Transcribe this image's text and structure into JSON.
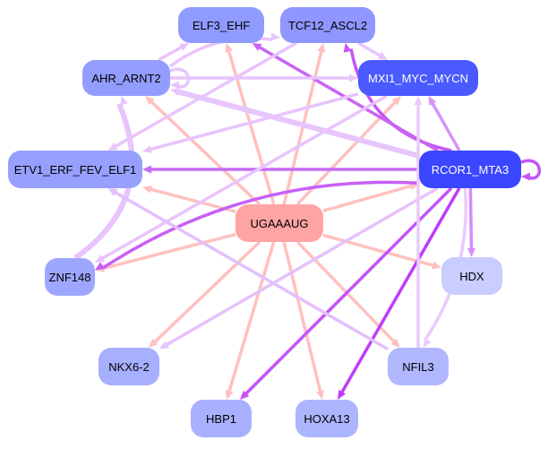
{
  "graph": {
    "title": "Motif regulatory network",
    "center_node": "UGAAAUG",
    "nodes": [
      {
        "id": "UGAAAUG",
        "label": "UGAAAUG",
        "fill": "#FFA4A4",
        "text": "#000000"
      },
      {
        "id": "ELF3_EHF",
        "label": "ELF3_EHF",
        "fill": "#8F9BFF",
        "text": "#000000"
      },
      {
        "id": "TCF12_ASCL2",
        "label": "TCF12_ASCL2",
        "fill": "#8F96FF",
        "text": "#000000"
      },
      {
        "id": "AHR_ARNT2",
        "label": "AHR_ARNT2",
        "fill": "#939DFF",
        "text": "#000000"
      },
      {
        "id": "MXI1_MYC_MYCN",
        "label": "MXI1_MYC_MYCN",
        "fill": "#4A5AFF",
        "text": "#FFFFFF"
      },
      {
        "id": "ETV1_ERF_FEV_ELF1",
        "label": "ETV1_ERF_FEV_ELF1",
        "fill": "#97A0FF",
        "text": "#000000"
      },
      {
        "id": "RCOR1_MTA3",
        "label": "RCOR1_MTA3",
        "fill": "#3A46FF",
        "text": "#FFFFFF"
      },
      {
        "id": "ZNF148",
        "label": "ZNF148",
        "fill": "#9EA7FF",
        "text": "#000000"
      },
      {
        "id": "HDX",
        "label": "HDX",
        "fill": "#C9CDFF",
        "text": "#000000"
      },
      {
        "id": "NKX6-2",
        "label": "NKX6-2",
        "fill": "#A7AFFF",
        "text": "#000000"
      },
      {
        "id": "NFIL3",
        "label": "NFIL3",
        "fill": "#B0B7FF",
        "text": "#000000"
      },
      {
        "id": "HBP1",
        "label": "HBP1",
        "fill": "#A9B0FF",
        "text": "#000000"
      },
      {
        "id": "HOXA13",
        "label": "HOXA13",
        "fill": "#AEB5FF",
        "text": "#000000"
      }
    ],
    "edges": [
      {
        "from": "UGAAAUG",
        "to": "ELF3_EHF",
        "color": "#FFC0C0"
      },
      {
        "from": "UGAAAUG",
        "to": "TCF12_ASCL2",
        "color": "#FFC0C0"
      },
      {
        "from": "UGAAAUG",
        "to": "AHR_ARNT2",
        "color": "#FFC0C0"
      },
      {
        "from": "UGAAAUG",
        "to": "MXI1_MYC_MYCN",
        "color": "#FFC0C0"
      },
      {
        "from": "UGAAAUG",
        "to": "ETV1_ERF_FEV_ELF1",
        "color": "#FFC0C0"
      },
      {
        "from": "UGAAAUG",
        "to": "RCOR1_MTA3",
        "color": "#FFC0C0"
      },
      {
        "from": "UGAAAUG",
        "to": "ZNF148",
        "color": "#FFC0C0"
      },
      {
        "from": "UGAAAUG",
        "to": "HDX",
        "color": "#FFC0C0"
      },
      {
        "from": "UGAAAUG",
        "to": "NKX6-2",
        "color": "#FFC0C0"
      },
      {
        "from": "UGAAAUG",
        "to": "NFIL3",
        "color": "#FFC0C0"
      },
      {
        "from": "UGAAAUG",
        "to": "HBP1",
        "color": "#FFC0C0"
      },
      {
        "from": "UGAAAUG",
        "to": "HOXA13",
        "color": "#FFC0C0"
      },
      {
        "from": "RCOR1_MTA3",
        "to": "ETV1_ERF_FEV_ELF1",
        "color": "#C86AF7"
      },
      {
        "from": "RCOR1_MTA3",
        "to": "ZNF148",
        "color": "#C660F7",
        "curve": 20
      },
      {
        "from": "RCOR1_MTA3",
        "to": "TCF12_ASCL2",
        "color": "#C356F8",
        "curve": -18
      },
      {
        "from": "RCOR1_MTA3",
        "to": "ELF3_EHF",
        "color": "#C864F7"
      },
      {
        "from": "RCOR1_MTA3",
        "to": "HBP1",
        "color": "#C453F8"
      },
      {
        "from": "RCOR1_MTA3",
        "to": "HOXA13",
        "color": "#BE3CFA"
      },
      {
        "from": "RCOR1_MTA3",
        "to": "HDX",
        "color": "#D78CF9"
      },
      {
        "from": "RCOR1_MTA3",
        "to": "MXI1_MYC_MYCN",
        "color": "#D495F9"
      },
      {
        "from": "RCOR1_MTA3",
        "to": "NFIL3",
        "color": "#EACBFC",
        "curve": -10
      },
      {
        "from": "RCOR1_MTA3",
        "to": "AHR_ARNT2",
        "color": "#E6C6FC",
        "wide": true
      },
      {
        "from": "RCOR1_MTA3",
        "to": "NKX6-2",
        "color": "#E5C2FC"
      },
      {
        "from": "RCOR1_MTA3",
        "to": "RCOR1_MTA3",
        "color": "#C356F8",
        "self": true
      },
      {
        "from": "AHR_ARNT2",
        "to": "MXI1_MYC_MYCN",
        "color": "#E8C4FD"
      },
      {
        "from": "AHR_ARNT2",
        "to": "TCF12_ASCL2",
        "color": "#E8C4FD",
        "curve": -8
      },
      {
        "from": "AHR_ARNT2",
        "to": "ELF3_EHF",
        "color": "#E8C4FD"
      },
      {
        "from": "AHR_ARNT2",
        "to": "AHR_ARNT2",
        "color": "#E8C4FD",
        "self": true
      },
      {
        "from": "ZNF148",
        "to": "AHR_ARNT2",
        "color": "#E8C4FD",
        "curve": 24,
        "wide": true
      },
      {
        "from": "MXI1_MYC_MYCN",
        "to": "ZNF148",
        "color": "#E8C4FD"
      },
      {
        "from": "MXI1_MYC_MYCN",
        "to": "ETV1_ERF_FEV_ELF1",
        "color": "#E8C4FD"
      },
      {
        "from": "TCF12_ASCL2",
        "to": "ETV1_ERF_FEV_ELF1",
        "color": "#E8C4FD"
      },
      {
        "from": "TCF12_ASCL2",
        "to": "MXI1_MYC_MYCN",
        "color": "#E8C4FD"
      },
      {
        "from": "NFIL3",
        "to": "ETV1_ERF_FEV_ELF1",
        "color": "#E3C0FC"
      },
      {
        "from": "NFIL3",
        "to": "MXI1_MYC_MYCN",
        "color": "#EACBFC"
      }
    ]
  }
}
